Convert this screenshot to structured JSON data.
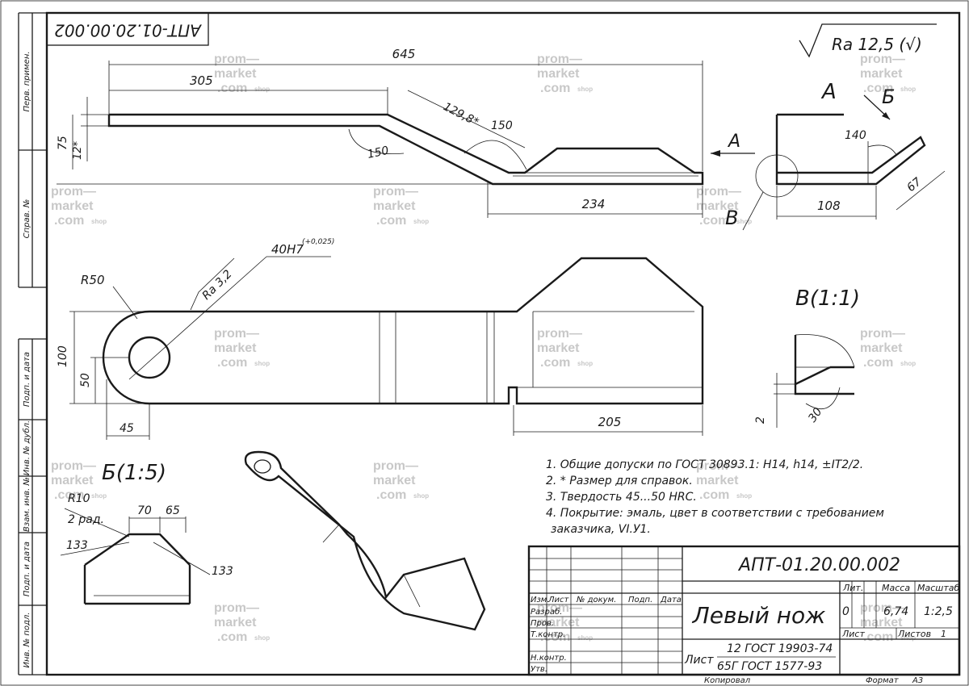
{
  "title_block": {
    "designation": "АПТ-01.20.00.002",
    "part_name": "Левый нож",
    "material_line1": "12 ГОСТ 19903-74",
    "material_prefix": "Лист",
    "material_line2": "65Г ГОСТ 1577-93",
    "col_izm": "Изм.",
    "col_list": "Лист",
    "col_docnum": "№ докум.",
    "col_sign": "Подп.",
    "col_date": "Дата",
    "row_razrab": "Разраб.",
    "row_prov": "Пров.",
    "row_tkontr": "Т.контр.",
    "row_nkontr": "Н.контр.",
    "row_utv": "Утв.",
    "hdr_lit": "Лит.",
    "hdr_mass": "Масса",
    "hdr_scale": "Масштаб",
    "lit_value": "0",
    "mass_value": "6,74",
    "scale_value": "1:2,5",
    "sheet_label": "Лист",
    "sheets_label": "Листов",
    "sheets_value": "1",
    "copied": "Копировал",
    "format_label": "Формат",
    "format_value": "А3"
  },
  "stamp_rotated": "АПТ-01.20.00.002",
  "left_strip": [
    "Перв. примен.",
    "Справ. №",
    "Подп. и дата",
    "Инв. № дубл.",
    "Взам. инв. №",
    "Подп. и дата",
    "Инв. № подл."
  ],
  "roughness": {
    "general": "Ra 12,5 (√)",
    "hole": "Ra 3,2"
  },
  "views": {
    "a": "А",
    "b_arrow": "Б",
    "v_arrow": "В",
    "v_detail": "В(1:1)",
    "b_detail": "Б(1:5)"
  },
  "dims": {
    "d645": "645",
    "d305": "305",
    "d129": "129,8*",
    "d150a": "150",
    "d150b": "150",
    "d75": "75",
    "d12": "12*",
    "d234": "234",
    "d140": "140",
    "d108": "108",
    "d67": "67",
    "dR50": "R50",
    "dhole": "40H7",
    "dhole_tol": "(+0,025)",
    "d100": "100",
    "d50": "50",
    "d45": "45",
    "d205": "205",
    "d2": "2",
    "d30": "30",
    "dR10": "R10",
    "d2rad": "2 рад.",
    "d70": "70",
    "d65": "65",
    "d133a": "133",
    "d133b": "133"
  },
  "notes": [
    "1. Общие допуски по ГОСТ 30893.1: H14, h14, ±IT2/2.",
    "2. * Размер для справок.",
    "3. Твердость    45...50 HRC.",
    "4. Покрытие: эмаль, цвет в соответствии с требованием",
    "заказчика, VI.У1."
  ],
  "watermark": {
    "line1": "prom—",
    "line2": "market",
    "line3": ".com",
    "suffix": "shop"
  }
}
